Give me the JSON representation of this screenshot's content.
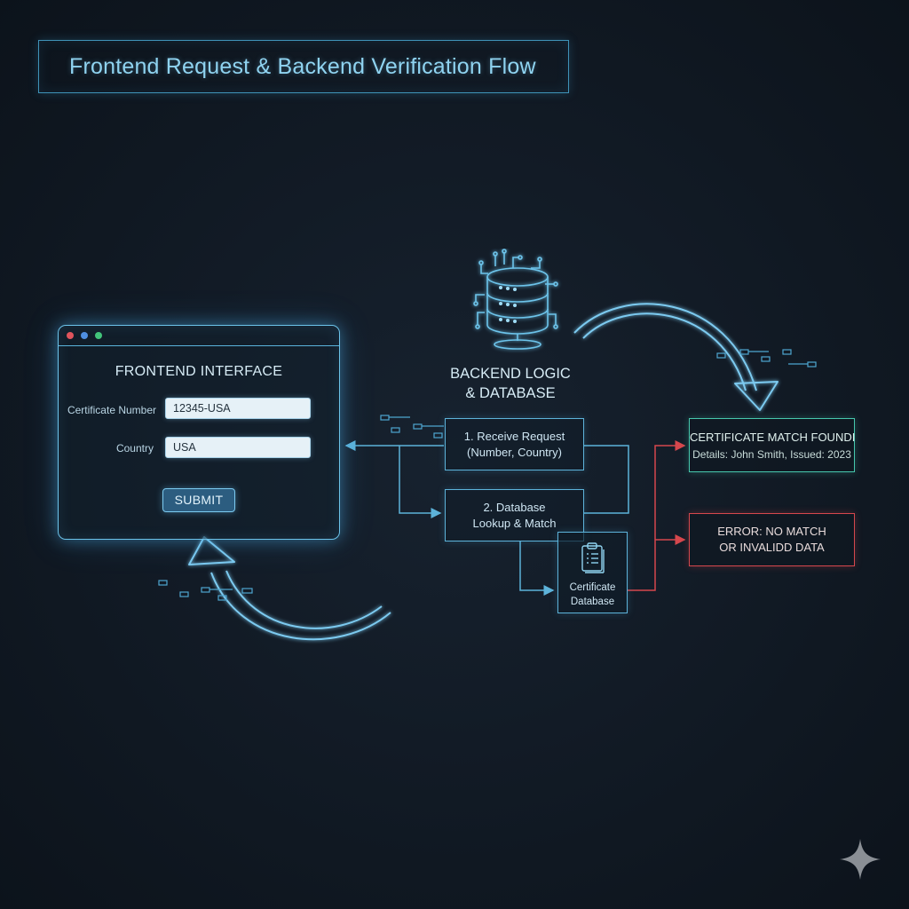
{
  "title": "Frontend Request & Backend Verification Flow",
  "frontend": {
    "title": "FRONTEND INTERFACE",
    "fields": [
      {
        "label": "Certificate Number",
        "value": "12345-USA"
      },
      {
        "label": "Country",
        "value": "USA"
      }
    ],
    "submit_label": "SUBMIT"
  },
  "backend": {
    "label_line1": "BACKEND LOGIC",
    "label_line2": "& DATABASE",
    "steps": [
      {
        "line1": "1. Receive Request",
        "line2": "(Number, Country)"
      },
      {
        "line1": "2. Database",
        "line2": "Lookup & Match"
      }
    ],
    "database": {
      "line1": "Certificate",
      "line2": "Database"
    }
  },
  "results": {
    "match_title": "CERTIFICATE MATCH FOUNDI",
    "match_detail": "Details: John Smith, Issued: 2023",
    "error_line1": "ERROR: NO MATCH",
    "error_line2": "OR INVALIDD DATA"
  },
  "colors": {
    "accent": "#5db3da",
    "glow": "#6cc3ea",
    "success": "#46c7ad",
    "error": "#d6474d",
    "background": "#121b26"
  }
}
